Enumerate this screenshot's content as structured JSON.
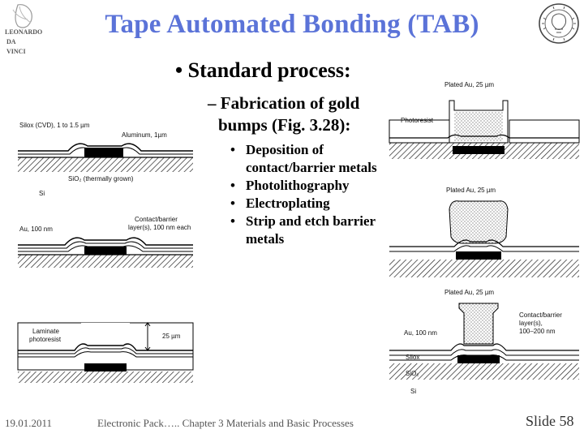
{
  "title": "Tape Automated Bonding (TAB)",
  "logo_left_text": [
    "LEONARDO",
    "DA",
    "VINCI"
  ],
  "bullet_lvl1": "• Standard process:",
  "bullet_lvl2_lines": [
    "– Fabrication of gold",
    "bumps (Fig. 3.28):"
  ],
  "steps": [
    "Deposition of contact/barrier metals",
    "Photolithography",
    "Electroplating",
    "Strip and etch barrier metals"
  ],
  "figure_labels": {
    "silox": "Silox (CVD), 1 to 1.5 µm",
    "aluminum": "Aluminum, 1µm",
    "sio2_thermal": "SiO₂ (thermally grown)",
    "si": "Si",
    "au_100": "Au, 100 nm",
    "contact_barrier_1": "Contact/barrier",
    "contact_barrier_2": "layer(s), 100 nm each",
    "laminate_1": "Laminate",
    "laminate_2": "photoresist",
    "um25": "25 µm",
    "plated_au": "Plated Au, 25 µm",
    "photoresist": "Photoresist",
    "cb_right_1": "Contact/barrier",
    "cb_right_2": "layer(s),",
    "cb_right_3": "100–200 nm",
    "silox_short": "Silox",
    "sio2": "SiO₂"
  },
  "footer": {
    "date": "19.01.2011",
    "course": "Electronic Pack….. Chapter 3 Materials and Basic Processes",
    "slide": "Slide 58"
  }
}
